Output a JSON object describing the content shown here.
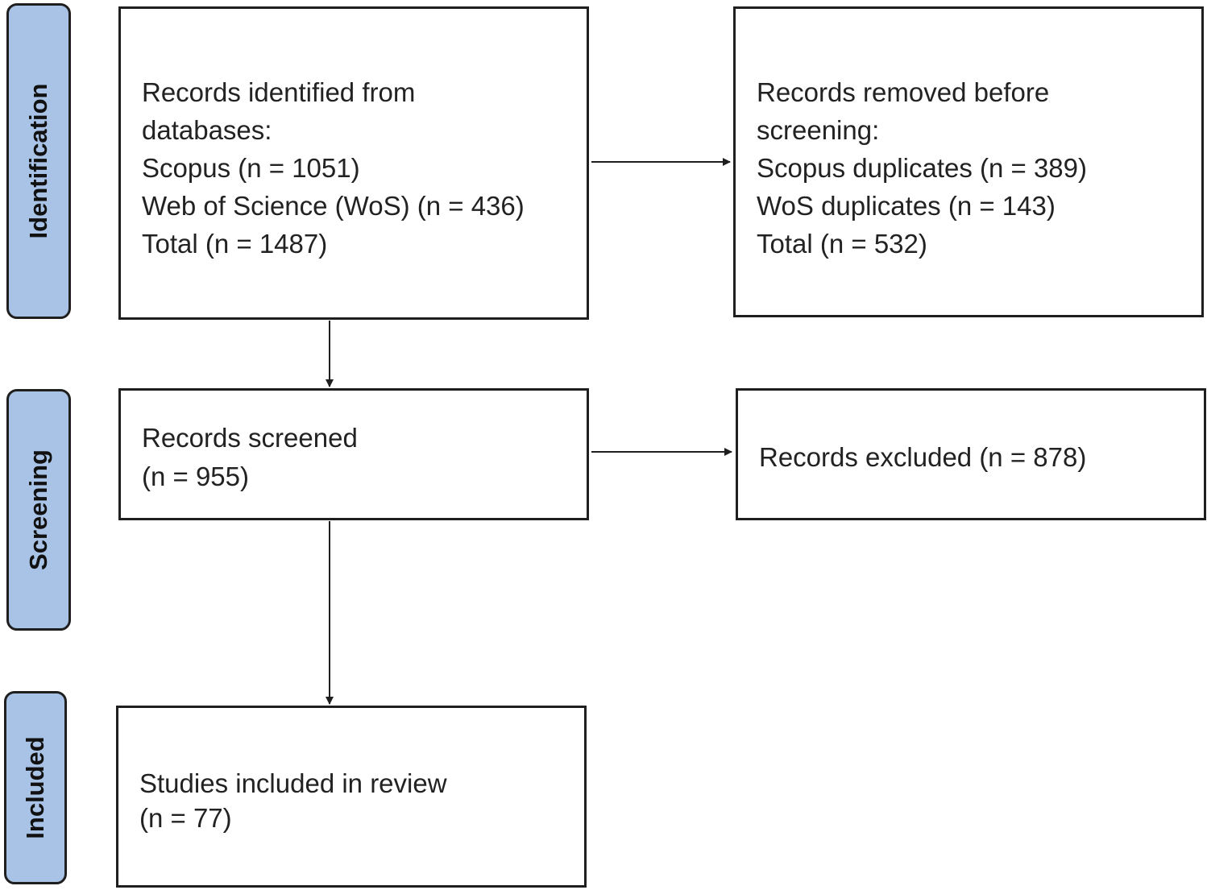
{
  "stages": {
    "identification": "Identification",
    "screening": "Screening",
    "included": "Included"
  },
  "boxes": {
    "identified": {
      "lines": [
        "Records identified from",
        "databases:",
        "Scopus (n = 1051)",
        "Web of Science (WoS) (n = 436)",
        "Total (n = 1487)"
      ]
    },
    "removed": {
      "lines": [
        "Records removed before",
        "screening:",
        "Scopus duplicates (n = 389)",
        "WoS duplicates (n = 143)",
        "Total (n = 532)"
      ]
    },
    "screened": {
      "lines": [
        "Records screened",
        "(n = 955)"
      ]
    },
    "excluded": {
      "lines": [
        "Records excluded (n = 878)"
      ]
    },
    "included": {
      "lines": [
        "Studies included in review",
        "(n = 77)"
      ]
    }
  },
  "colors": {
    "stage_fill": "#a9c3e6",
    "stroke": "#1f1f1f"
  }
}
